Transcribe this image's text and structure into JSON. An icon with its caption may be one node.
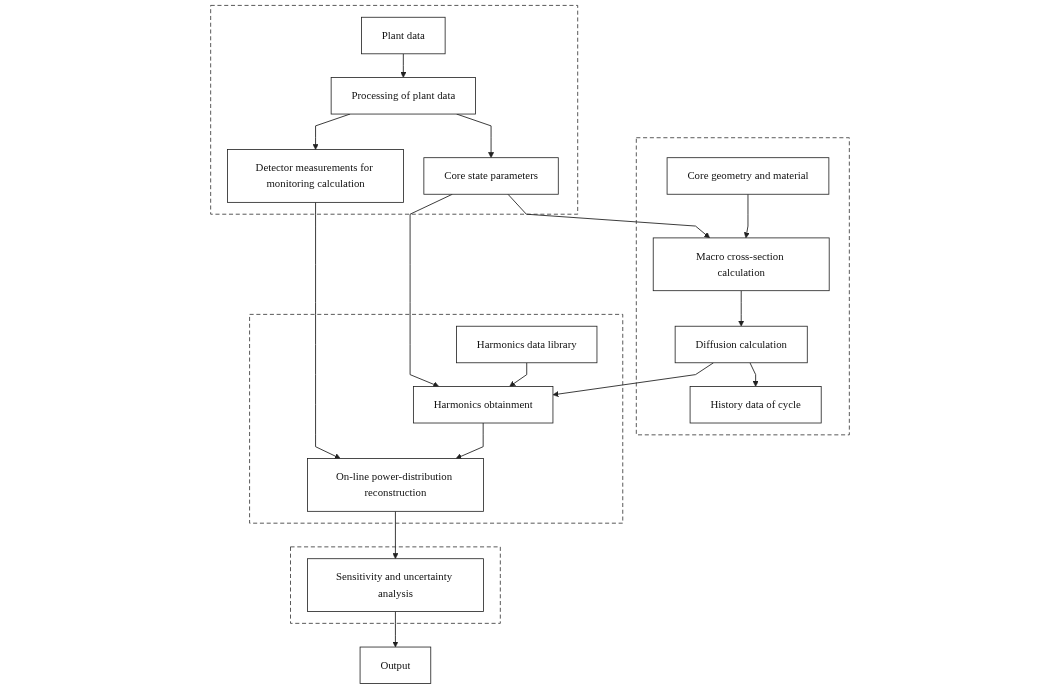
{
  "diagram": {
    "nodes": [
      {
        "text": [],
        "shape": "box"
      },
      {
        "text": [
          "Plant data"
        ],
        "in": 0
      },
      {
        "text": [
          "Processing of plant data"
        ],
        "in": 0
      },
      {
        "text": [
          "Core state parameters"
        ],
        "in": 0
      },
      {
        "text": [
          "Detector measurements for monitoring calculation"
        ],
        "in": 0
      },
      {
        "text": [],
        "shape": "box"
      },
      {
        "text": [
          "Core geometry and material"
        ],
        "in": 5
      },
      {
        "text": [
          "Macro cross-section calculation"
        ],
        "in": 5
      },
      {
        "text": [
          "Diffusion calculation"
        ],
        "in": 5
      },
      {
        "text": [
          "History data of cycle"
        ],
        "in": 5
      },
      {
        "text": [],
        "shape": "box"
      },
      {
        "text": [
          "Harmonics obtainment"
        ],
        "in": 10
      },
      {
        "text": [
          "Harmonics data library"
        ],
        "in": 10
      },
      {
        "text": [
          "On-line power-distribution reconstruction"
        ],
        "in": 10
      },
      {
        "text": [],
        "shape": "box"
      },
      {
        "text": [
          "Sensitivity and uncertainty analysis"
        ],
        "in": 14
      },
      {
        "text": [
          "Output"
        ]
      }
    ],
    "edges": [
      {
        "from": 1,
        "to": 2,
        "arrow": "to"
      },
      {
        "from": 2,
        "to": 3,
        "arrow": "to"
      },
      {
        "from": 2,
        "to": 4,
        "arrow": "to"
      },
      {
        "from": 3,
        "to": 7,
        "arrow": "to"
      },
      {
        "from": 6,
        "to": 7,
        "arrow": "to"
      },
      {
        "from": 7,
        "to": 8,
        "arrow": "to"
      },
      {
        "from": 8,
        "to": 9,
        "arrow": "to"
      },
      {
        "from": 8,
        "to": 11,
        "arrow": "to"
      },
      {
        "from": 3,
        "to": 11,
        "arrow": "to"
      },
      {
        "from": 12,
        "to": 11,
        "arrow": "to"
      },
      {
        "from": 4,
        "to": 13,
        "arrow": "to"
      },
      {
        "from": 11,
        "to": 13,
        "arrow": "to"
      },
      {
        "from": 13,
        "to": 15,
        "arrow": "to"
      },
      {
        "from": 15,
        "to": 16,
        "arrow": "to"
      }
    ]
  }
}
